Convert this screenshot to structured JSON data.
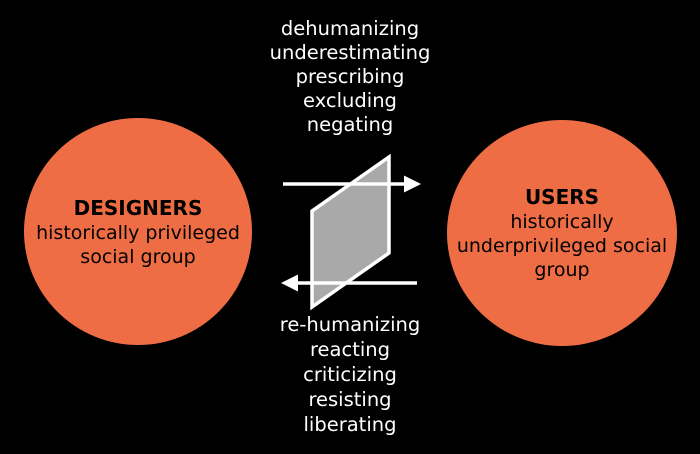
{
  "colors": {
    "background": "#000000",
    "circle_fill": "#ee6d44",
    "circle_text": "#000000",
    "plane_fill": "#a9a9a9",
    "line_and_text": "#ffffff"
  },
  "top_words": [
    "dehumanizing",
    "underestimating",
    "prescribing",
    "excluding",
    "negating"
  ],
  "bottom_words": [
    "re-humanizing",
    "reacting",
    "criticizing",
    "resisting",
    "liberating"
  ],
  "left_circle": {
    "title": "DESIGNERS",
    "lines": [
      "historically privileged",
      "social group"
    ]
  },
  "right_circle": {
    "title": "USERS",
    "lines": [
      "historically",
      "underprivileged social",
      "group"
    ]
  },
  "center_graphic": {
    "shape": "tilted-plane-parallelogram",
    "arrows": [
      "left-to-right-through-plane",
      "right-to-left-through-plane"
    ]
  }
}
